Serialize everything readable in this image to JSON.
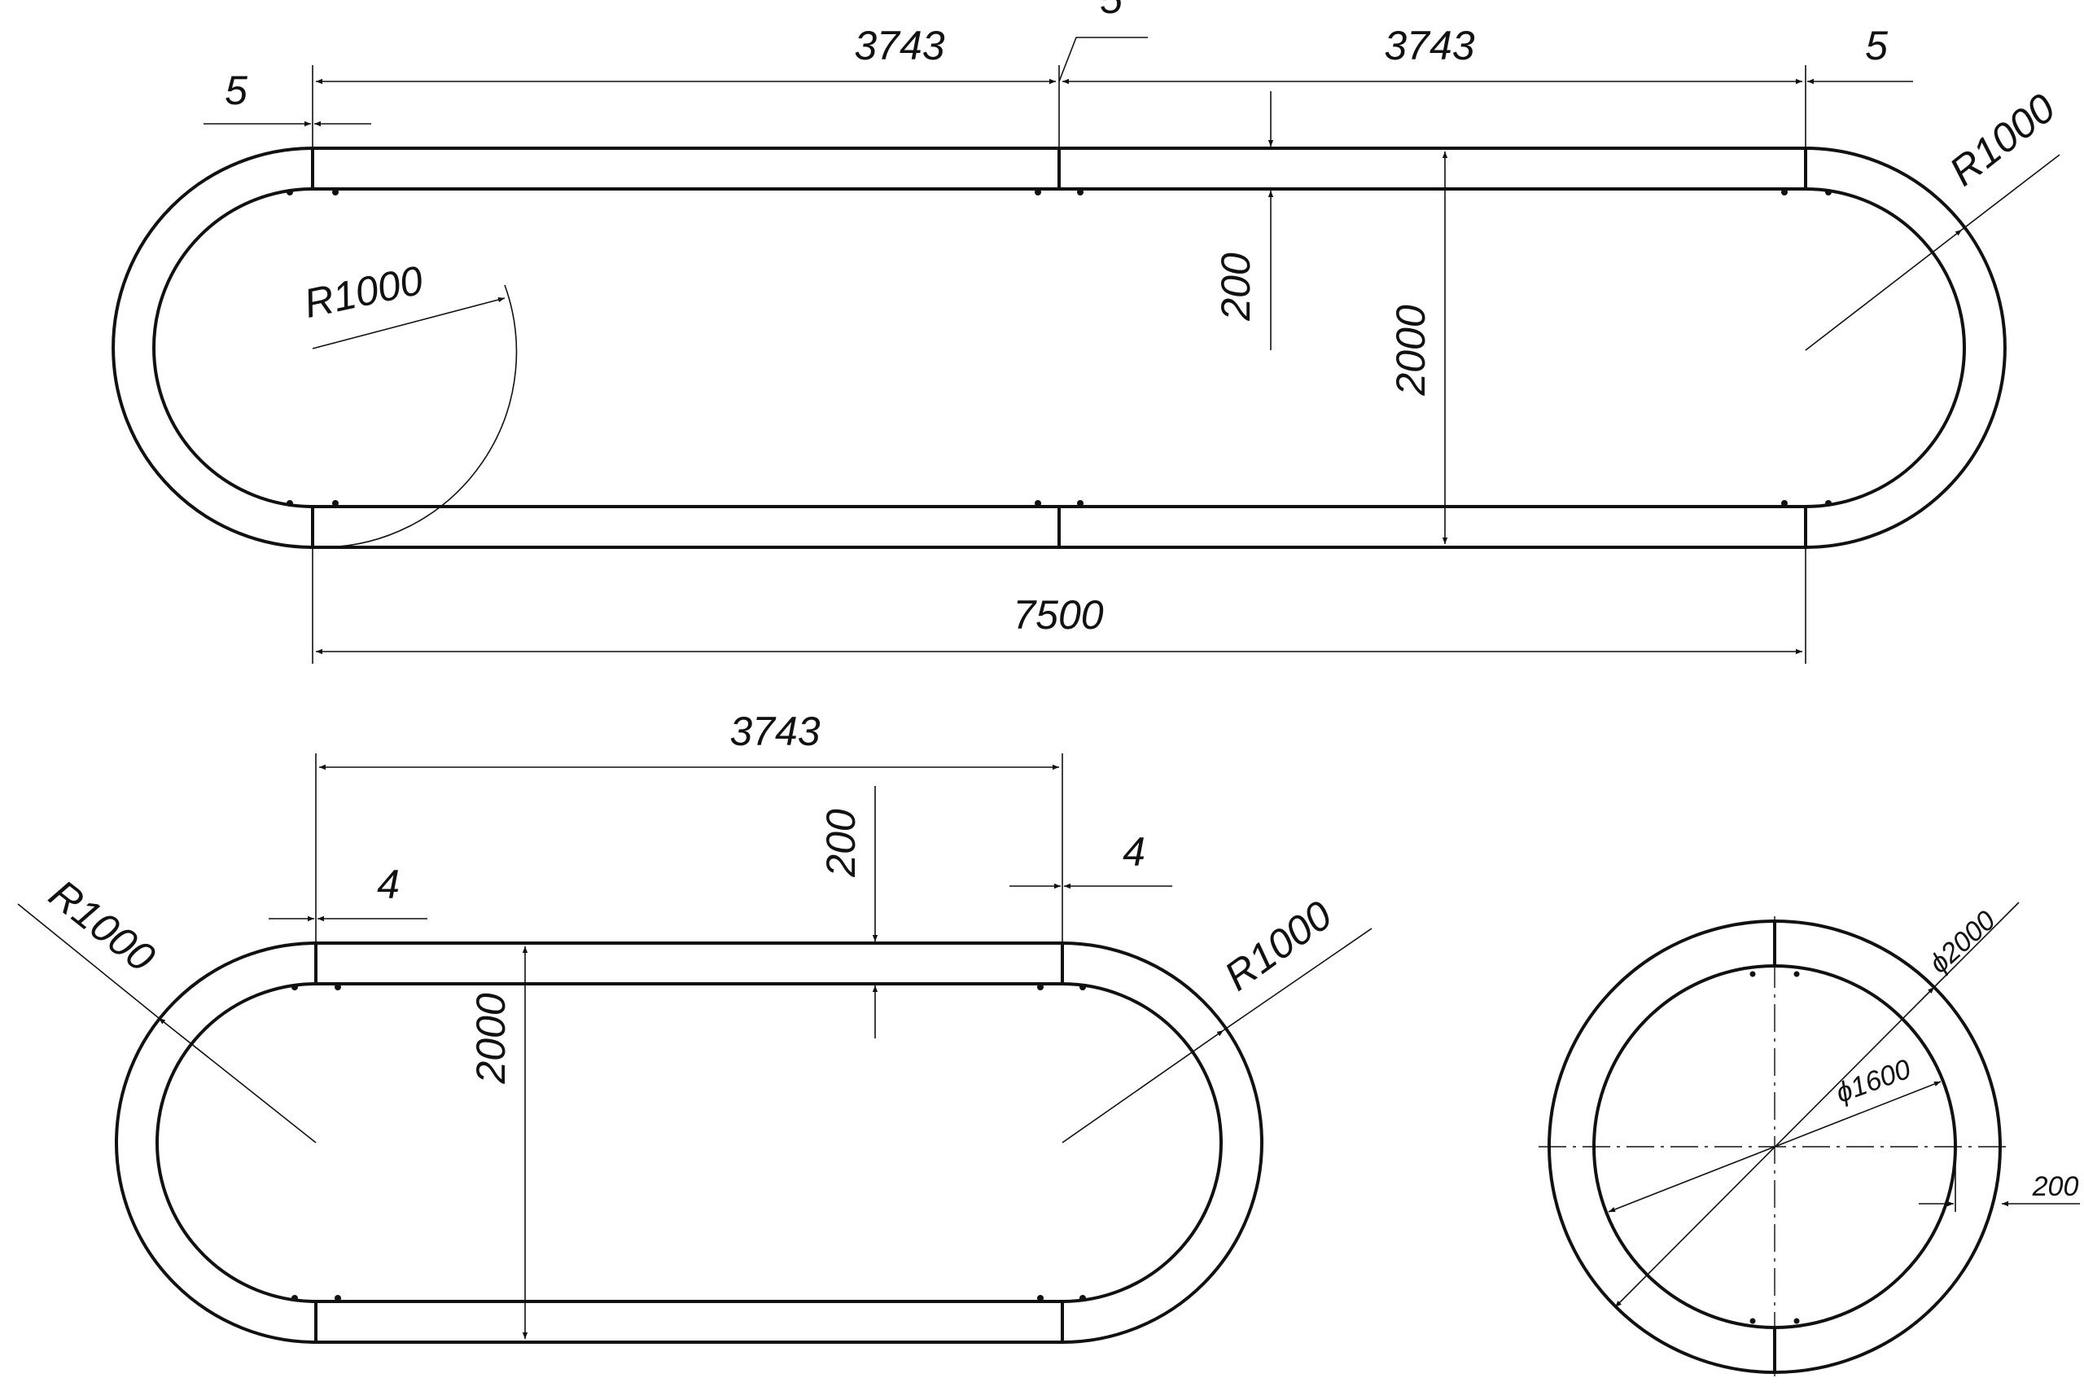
{
  "drawing": {
    "colors": {
      "line": "#111111",
      "background": "#ffffff"
    },
    "view_top": {
      "seg_left": "3743",
      "seg_right": "3743",
      "gap_left": "5",
      "gap_mid": "5",
      "gap_right": "5",
      "thickness": "200",
      "height": "2000",
      "radius_left": "R1000",
      "radius_right": "R1000",
      "total": "7500"
    },
    "view_bottom": {
      "seg": "3743",
      "gap_left": "4",
      "gap_right": "4",
      "thickness": "200",
      "height": "2000",
      "radius_left": "R1000",
      "radius_right": "R1000"
    },
    "view_circle": {
      "outer_dia": "ϕ2000",
      "inner_dia": "ϕ1600",
      "thickness": "200"
    }
  }
}
